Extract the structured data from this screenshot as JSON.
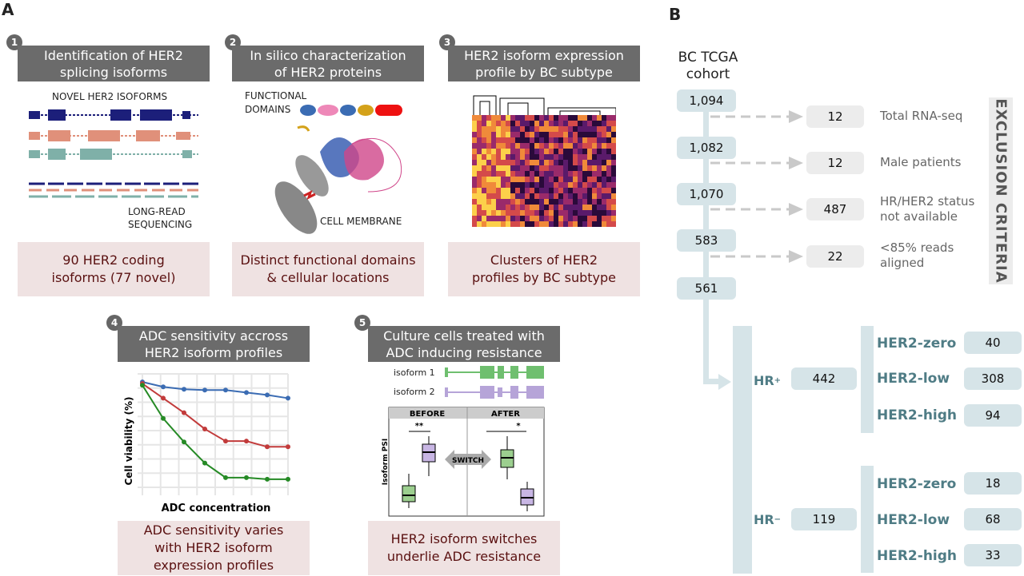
{
  "panel_a_letter": "A",
  "panel_b_letter": "B",
  "steps": [
    {
      "num": "1",
      "title_line1": "Identification of HER2",
      "title_line2": "splicing isoforms",
      "result_line1": "90 HER2 coding",
      "result_line2": "isoforms (77 novel)"
    },
    {
      "num": "2",
      "title_line1": "In silico characterization",
      "title_line2": "of HER2 proteins",
      "result_line1": "Distinct functional domains",
      "result_line2": "& cellular locations"
    },
    {
      "num": "3",
      "title_line1": "HER2 isoform expression",
      "title_line2": "profile by BC subtype",
      "result_line1": "Clusters of HER2",
      "result_line2": "profiles by BC subtype"
    },
    {
      "num": "4",
      "title_line1": "ADC sensitivity accross",
      "title_line2": "HER2 isoform profiles",
      "result_line1": "ADC sensitivity varies",
      "result_line2": "with HER2 isoform",
      "result_line3": "expression profiles"
    },
    {
      "num": "5",
      "title_line1": "Culture cells treated with",
      "title_line2": "ADC inducing resistance",
      "result_line1": "HER2 isoform switches",
      "result_line2": "underlie ADC resistance"
    }
  ],
  "step1_labels": {
    "novel": "NOVEL HER2 ISOFORMS",
    "long_read1": "LONG-READ",
    "long_read2": "SEQUENCING"
  },
  "step2_labels": {
    "functional1": "FUNCTIONAL",
    "functional2": "DOMAINS",
    "membrane": "CELL MEMBRANE"
  },
  "step4_labels": {
    "ylabel": "Cell viability (%)",
    "xlabel": "ADC concentration"
  },
  "step5_labels": {
    "isoform1": "isoform 1",
    "isoform2": "isoform 2",
    "before": "BEFORE",
    "after": "AFTER",
    "sig_before": "**",
    "sig_after": "*",
    "switch": "SWITCH",
    "ylabel": "Isoform PSI"
  },
  "cohort": {
    "title_line1": "BC TCGA",
    "title_line2": "cohort"
  },
  "flow_counts": [
    "1,094",
    "1,082",
    "1,070",
    "583",
    "561"
  ],
  "exclusions": [
    {
      "count": "12",
      "reason_line1": "Total RNA-seq",
      "reason_line2": ""
    },
    {
      "count": "12",
      "reason_line1": "Male patients",
      "reason_line2": ""
    },
    {
      "count": "487",
      "reason_line1": "HR/HER2 status",
      "reason_line2": "not available"
    },
    {
      "count": "22",
      "reason_line1": "<85% reads",
      "reason_line2": "aligned"
    }
  ],
  "exclusion_criteria_label": "EXCLUSION CRITERIA",
  "hr_groups": [
    {
      "label": "HR",
      "sup": "+",
      "count": "442",
      "subgroups": [
        {
          "label": "HER2-zero",
          "count": "40"
        },
        {
          "label": "HER2-low",
          "count": "308"
        },
        {
          "label": "HER2-high",
          "count": "94"
        }
      ]
    },
    {
      "label": "HR",
      "sup": "−",
      "count": "119",
      "subgroups": [
        {
          "label": "HER2-zero",
          "count": "18"
        },
        {
          "label": "HER2-low",
          "count": "68"
        },
        {
          "label": "HER2-high",
          "count": "33"
        }
      ]
    }
  ],
  "colors": {
    "header": "#6b6b6b",
    "result_bg": "#efe2e2",
    "result_text": "#5a1010",
    "flow": "#d6e4e8",
    "teal": "#4f7c85",
    "navy": "#1c1f7a",
    "salmon": "#e0907a",
    "sage": "#7fb0a8"
  },
  "chart_data": {
    "type": "line",
    "xlabel": "ADC concentration",
    "ylabel": "Cell viability (%)",
    "x": [
      1,
      2,
      3,
      4,
      5,
      6,
      7,
      8
    ],
    "series": [
      {
        "color": "#3b6cb3",
        "values": [
          100,
          94,
          91,
          90,
          90,
          87,
          84,
          80
        ]
      },
      {
        "color": "#c23b3b",
        "values": [
          98,
          80,
          62,
          42,
          27,
          27,
          20,
          20
        ]
      },
      {
        "color": "#258a25",
        "values": [
          96,
          55,
          26,
          0,
          -18,
          -18,
          -20,
          -20
        ]
      }
    ],
    "grid": true
  }
}
